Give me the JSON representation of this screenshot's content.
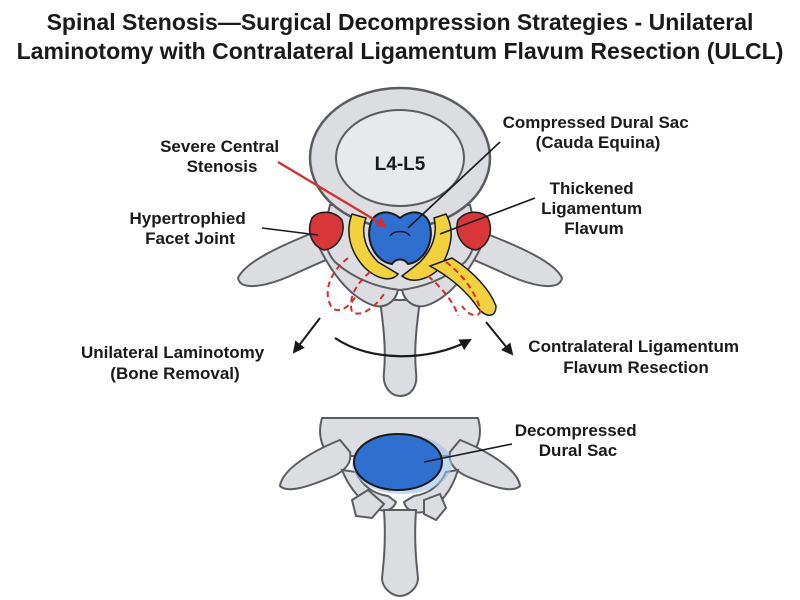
{
  "title": {
    "line1": "Spinal Stenosis—Surgical Decompression Strategies - Unilateral",
    "line2": "Laminotomy with Contralateral Ligamentum Flavum Resection (ULCL)"
  },
  "labels": {
    "level": "L4-L5",
    "compressed_dural_sac": [
      "Compressed Dural Sac",
      "(Cauda Equina)"
    ],
    "severe_central_stenosis": [
      "Severe Central",
      "Stenosis"
    ],
    "thickened_ligamentum_flavum": [
      "Thickened",
      "Ligamentum",
      "Flavum"
    ],
    "hypertrophied_facet_joint": [
      "Hypertrophied",
      "Facet Joint"
    ],
    "unilateral_laminotomy": [
      "Unilateral Laminotomy",
      "(Bone Removal)"
    ],
    "contralateral_resection": [
      "Contralateral Ligamentum",
      "Flavum Resection"
    ],
    "decompressed_dural_sac": [
      "Decompressed",
      "Dural Sac"
    ]
  },
  "colors": {
    "bone": "#dcdde0",
    "bone_outline": "#5a5c62",
    "dural_sac": "#2f6fd0",
    "ligamentum_flavum": "#f2d23c",
    "facet_joint": "#d9363a",
    "stenosis_arrow": "#d92b2b",
    "outline": "#1a1a1a"
  }
}
